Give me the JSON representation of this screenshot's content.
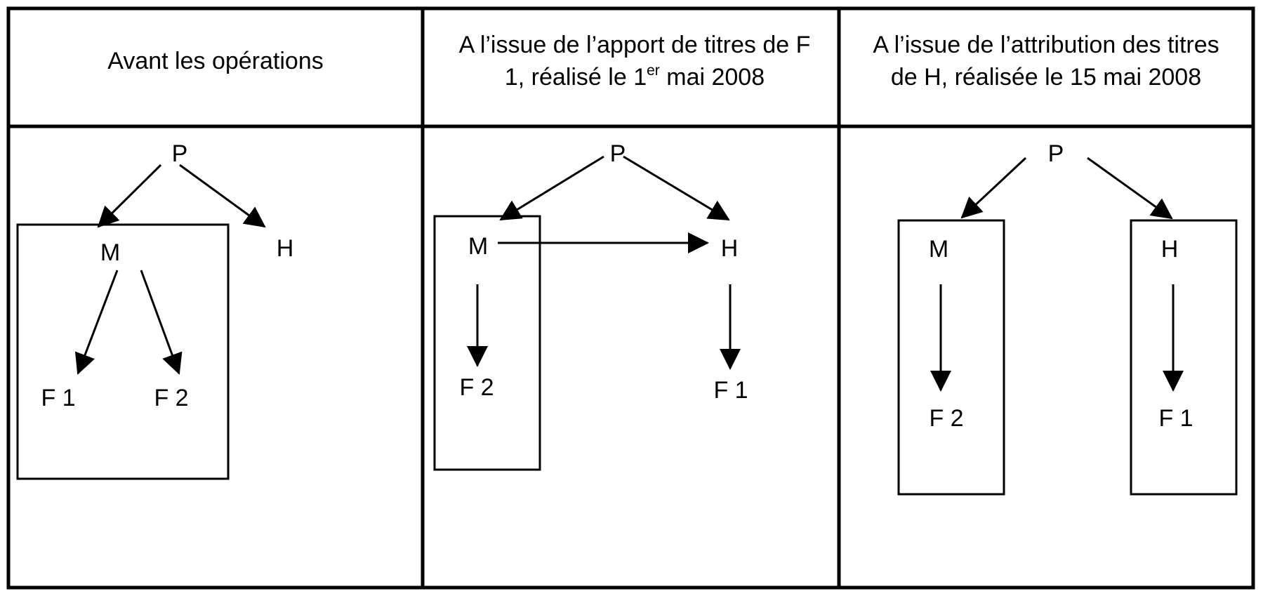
{
  "columns": [
    {
      "header_lines": [
        "Avant les opérations"
      ],
      "nodes": {
        "p": "P",
        "m": "M",
        "h": "H",
        "f1": "F 1",
        "f2": "F 2"
      }
    },
    {
      "header_lines": [
        "A l’issue de l’apport de titres de F",
        "1, réalisé le 1",
        "er",
        " mai 2008"
      ],
      "nodes": {
        "p": "P",
        "m": "M",
        "h": "H",
        "f2": "F 2",
        "f1": "F 1"
      }
    },
    {
      "header_lines": [
        "A l’issue de l’attribution des titres",
        "de H, réalisée le 15 mai 2008"
      ],
      "nodes": {
        "p": "P",
        "m": "M",
        "h": "H",
        "f2": "F 2",
        "f1": "F 1"
      }
    }
  ]
}
